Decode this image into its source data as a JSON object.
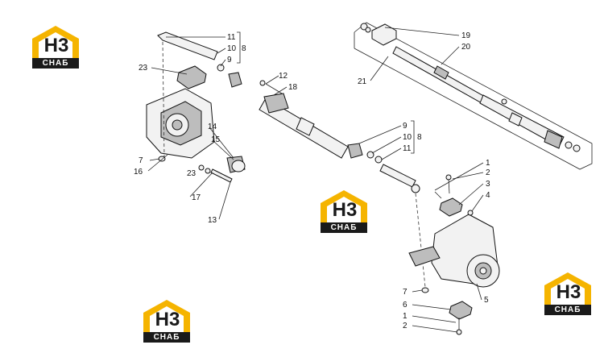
{
  "logo": {
    "mark": "Н3",
    "caption": "СНАБ",
    "accent": "#f5b400"
  },
  "callouts": {
    "top_left": [
      "11",
      "10",
      "8",
      "9",
      "23",
      "12",
      "18",
      "14",
      "15",
      "7",
      "16",
      "23",
      "17",
      "13"
    ],
    "top_right": [
      "19",
      "20",
      "21"
    ],
    "mid": [
      "9",
      "10",
      "8",
      "11"
    ],
    "right": [
      "1",
      "2",
      "3",
      "4",
      "7",
      "5",
      "6",
      "1",
      "2"
    ]
  }
}
